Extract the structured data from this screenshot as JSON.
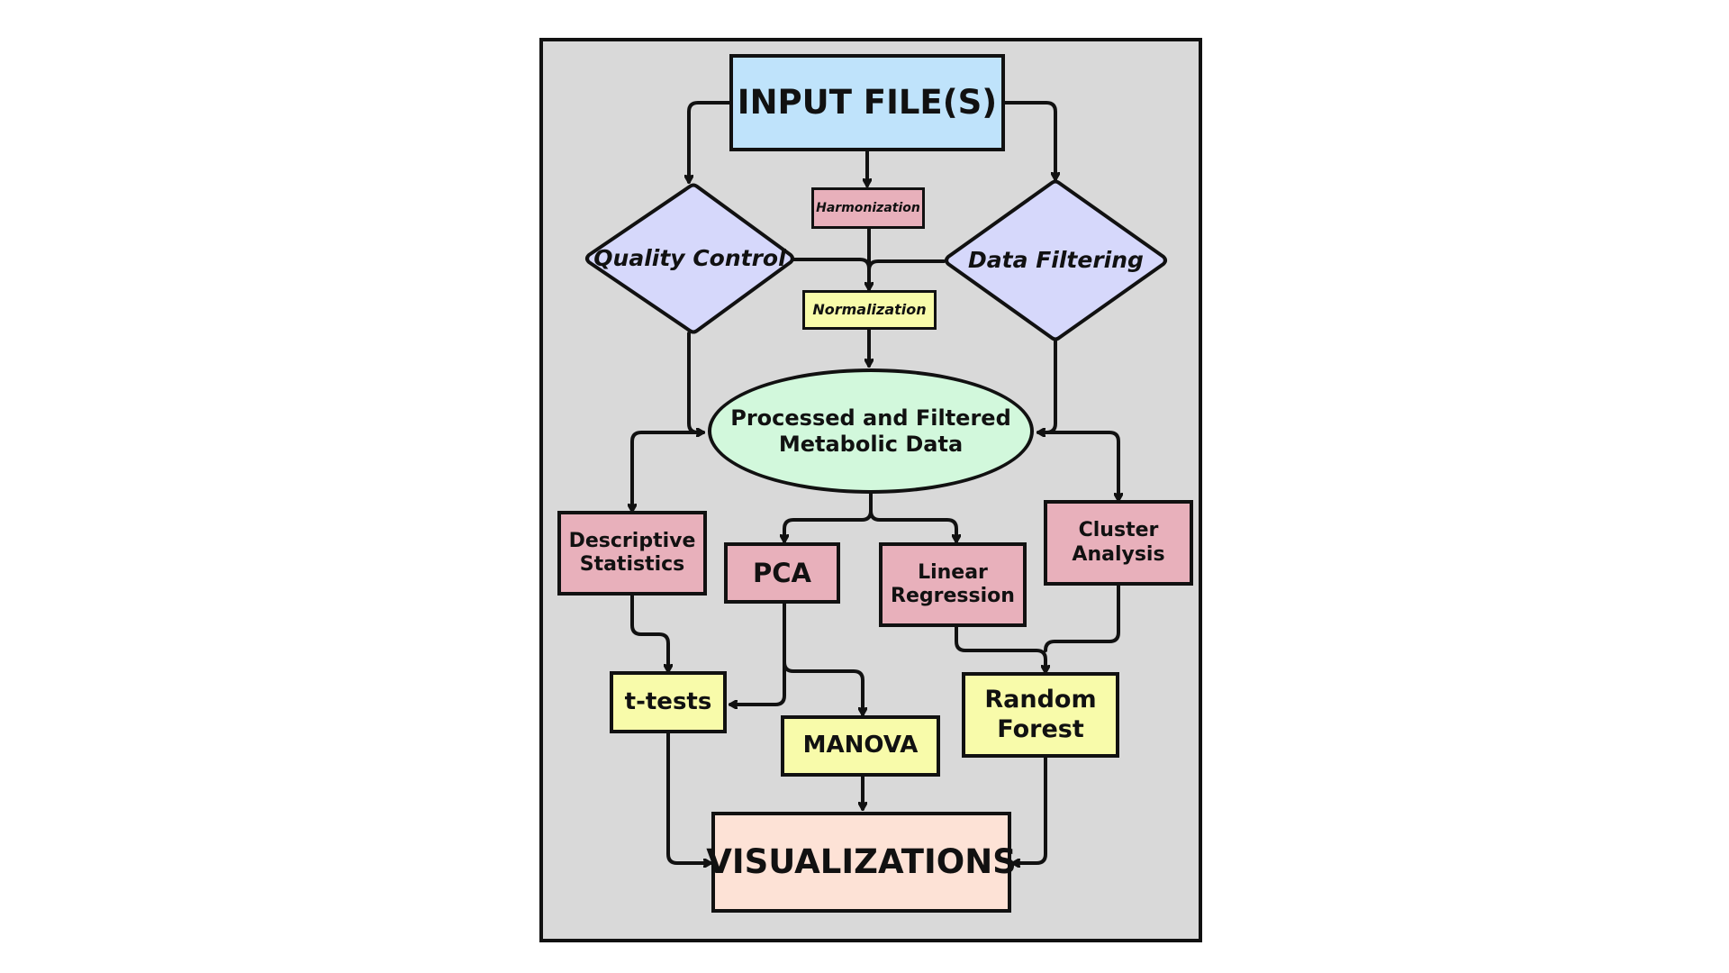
{
  "diagram": {
    "colors": {
      "panel": "#d9d9d9",
      "input": "#bfe3fb",
      "pink": "#e8b0bb",
      "yellow": "#f8fbaa",
      "decision": "#d6d8fb",
      "ellipse": "#d2f8dc",
      "output": "#fde2d6",
      "stroke": "#111111"
    },
    "nodes": {
      "input": "INPUT FILE(S)",
      "harmonization": "Harmonization",
      "quality_control": [
        "Quality",
        "Control"
      ],
      "data_filtering": [
        "Data",
        "Filtering"
      ],
      "normalization": "Normalization",
      "processed": [
        "Processed and Filtered",
        "Metabolic Data"
      ],
      "descriptive": [
        "Descriptive",
        "Statistics"
      ],
      "pca": "PCA",
      "linear": [
        "Linear",
        "Regression"
      ],
      "cluster": [
        "Cluster",
        "Analysis"
      ],
      "ttests": "t-tests",
      "manova": "MANOVA",
      "random_forest": [
        "Random",
        "Forest"
      ],
      "visualizations": "VISUALIZATIONS"
    },
    "edges": [
      {
        "from": "input",
        "to": "quality_control"
      },
      {
        "from": "input",
        "to": "harmonization"
      },
      {
        "from": "input",
        "to": "data_filtering"
      },
      {
        "from": "harmonization",
        "to": "normalization"
      },
      {
        "from": "quality_control",
        "to": "normalization"
      },
      {
        "from": "data_filtering",
        "to": "normalization"
      },
      {
        "from": "normalization",
        "to": "processed"
      },
      {
        "from": "quality_control",
        "to": "processed"
      },
      {
        "from": "data_filtering",
        "to": "processed"
      },
      {
        "from": "processed",
        "to": "descriptive"
      },
      {
        "from": "processed",
        "to": "pca"
      },
      {
        "from": "processed",
        "to": "linear"
      },
      {
        "from": "processed",
        "to": "cluster"
      },
      {
        "from": "descriptive",
        "to": "ttests"
      },
      {
        "from": "pca",
        "to": "ttests"
      },
      {
        "from": "pca",
        "to": "manova"
      },
      {
        "from": "linear",
        "to": "random_forest"
      },
      {
        "from": "cluster",
        "to": "random_forest"
      },
      {
        "from": "ttests",
        "to": "visualizations"
      },
      {
        "from": "manova",
        "to": "visualizations"
      },
      {
        "from": "random_forest",
        "to": "visualizations"
      }
    ]
  }
}
